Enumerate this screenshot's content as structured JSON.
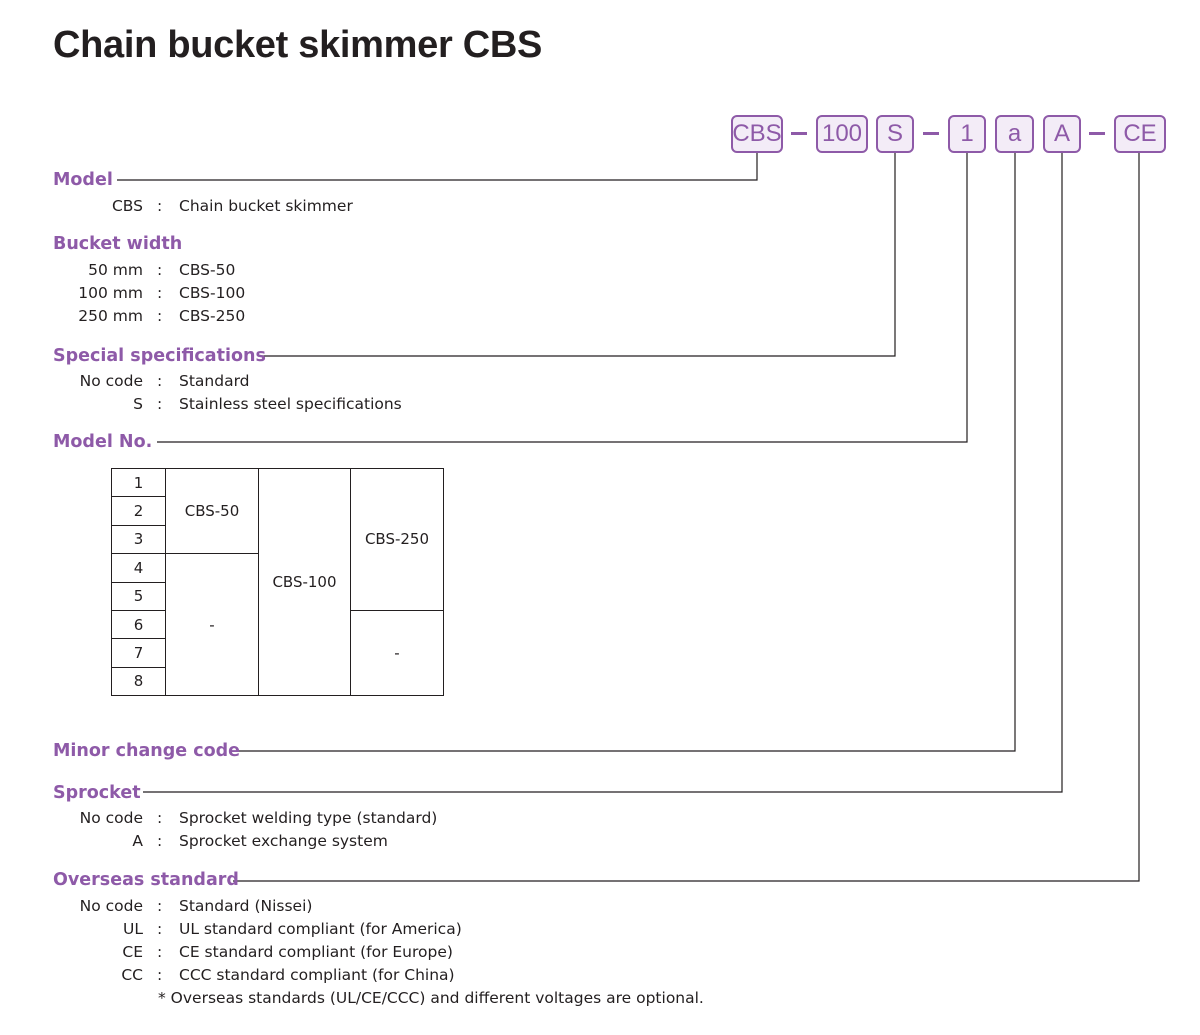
{
  "title": "Chain bucket skimmer CBS",
  "code_parts": [
    "CBS",
    "100",
    "S",
    "1",
    "a",
    "A",
    "CE"
  ],
  "colors": {
    "accent": "#8e5aa8",
    "text": "#231f20",
    "box_fill": "#f3ecf7"
  },
  "model": {
    "heading": "Model",
    "rows": [
      {
        "code": "CBS",
        "desc": "Chain bucket skimmer"
      }
    ]
  },
  "bucket_width": {
    "heading": "Bucket width",
    "rows": [
      {
        "code": "50 mm",
        "desc": "CBS-50"
      },
      {
        "code": "100 mm",
        "desc": "CBS-100"
      },
      {
        "code": "250 mm",
        "desc": "CBS-250"
      }
    ]
  },
  "special_specs": {
    "heading": "Special specifications",
    "rows": [
      {
        "code": "No code",
        "desc": "Standard"
      },
      {
        "code": "S",
        "desc": "Stainless steel specifications"
      }
    ]
  },
  "model_no": {
    "heading": "Model No.",
    "table": {
      "numbers": [
        "1",
        "2",
        "3",
        "4",
        "5",
        "6",
        "7",
        "8"
      ],
      "cbs50": "CBS-50",
      "cbs50_na": "-",
      "cbs100": "CBS-100",
      "cbs250": "CBS-250",
      "cbs250_na": "-"
    }
  },
  "minor_change": {
    "heading": "Minor change code"
  },
  "sprocket": {
    "heading": "Sprocket",
    "rows": [
      {
        "code": "No code",
        "desc": "Sprocket welding type (standard)"
      },
      {
        "code": "A",
        "desc": "Sprocket exchange system"
      }
    ]
  },
  "overseas": {
    "heading": "Overseas standard",
    "rows": [
      {
        "code": "No code",
        "desc": "Standard (Nissei)"
      },
      {
        "code": "UL",
        "desc": "UL standard compliant (for America)"
      },
      {
        "code": "CE",
        "desc": "CE standard compliant (for Europe)"
      },
      {
        "code": "CC",
        "desc": "CCC standard compliant (for China)"
      }
    ],
    "note": "* Overseas standards (UL/CE/CCC) and different voltages are optional."
  },
  "separator": ":"
}
